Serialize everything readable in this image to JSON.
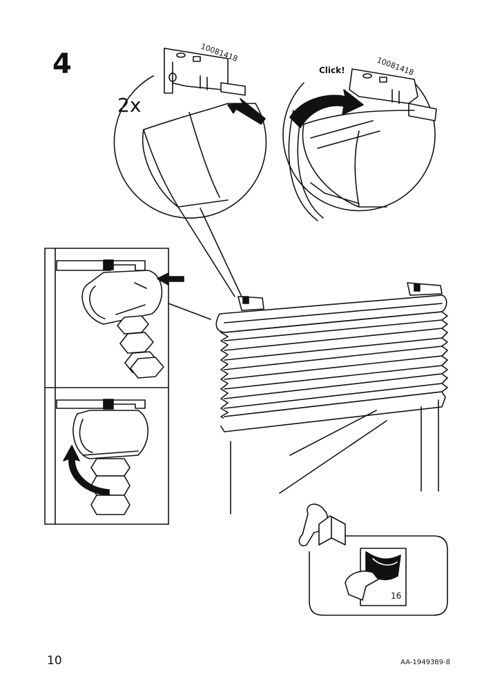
{
  "step": {
    "number": "4"
  },
  "detail_left": {
    "quantity": "2x",
    "part_number": "10081418"
  },
  "detail_right": {
    "sound": "Click!",
    "part_number": "10081418"
  },
  "reference": {
    "page": "16"
  },
  "footer": {
    "page_number": "10",
    "doc_code": "AA-1949389-8"
  },
  "icons": [
    "arrow-icon",
    "curved-arrow-icon",
    "reading-person-icon",
    "hand-turning-page-icon"
  ]
}
